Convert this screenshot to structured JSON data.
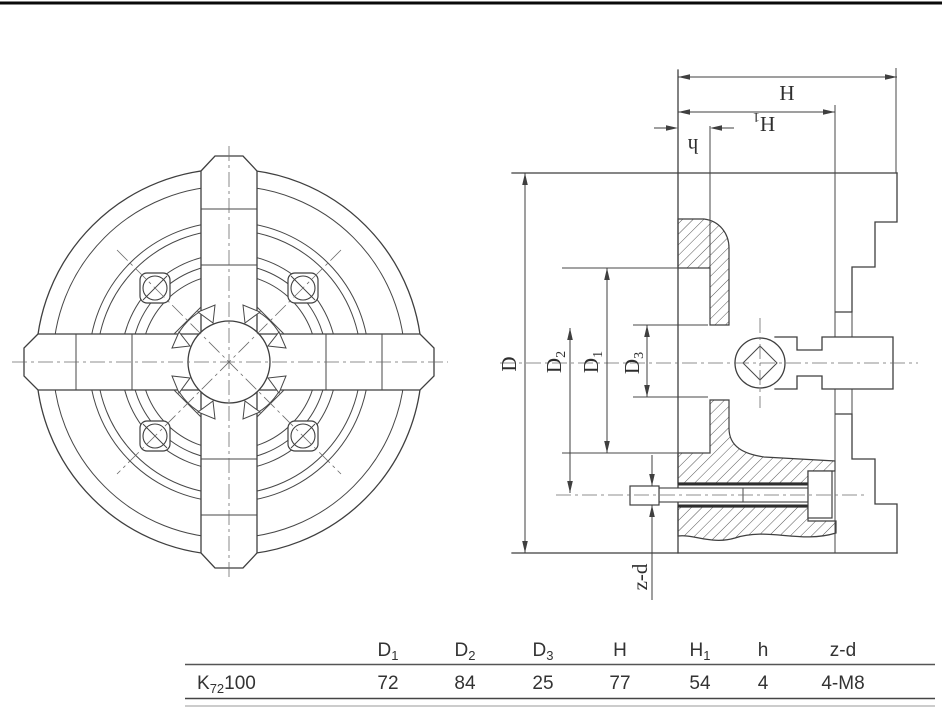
{
  "drawing_type": "lathe chuck technical drawing",
  "dims": {
    "D": {
      "main": "D",
      "sub": ""
    },
    "D1": {
      "main": "D",
      "sub": "1"
    },
    "D2": {
      "main": "D",
      "sub": "2"
    },
    "D3": {
      "main": "D",
      "sub": "3"
    },
    "H": {
      "main": "H",
      "sub": ""
    },
    "H1": {
      "main": "H",
      "sub": "1"
    },
    "h": {
      "main": "h",
      "sub": ""
    },
    "zd": {
      "main": "z-d",
      "sub": ""
    }
  },
  "table": {
    "headers": [
      {
        "main": "D",
        "sub": "1"
      },
      {
        "main": "D",
        "sub": "2"
      },
      {
        "main": "D",
        "sub": "3"
      },
      {
        "main": "H",
        "sub": ""
      },
      {
        "main": "H",
        "sub": "1"
      },
      {
        "main": "h",
        "sub": ""
      },
      {
        "main": "z-d",
        "sub": ""
      }
    ],
    "row": {
      "model": {
        "pre": "K",
        "sub": "72",
        "post": "100"
      },
      "values": [
        "72",
        "84",
        "25",
        "77",
        "54",
        "4",
        "4-M8"
      ]
    }
  },
  "colors": {
    "line": "#3f3f3f",
    "centerline": "#6b6b6b",
    "border": "#0a0a0a"
  }
}
